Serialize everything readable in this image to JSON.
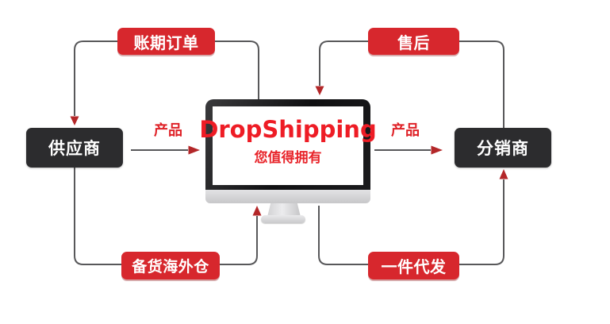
{
  "diagram": {
    "nodes": {
      "supplier": "供应商",
      "distributor": "分销商"
    },
    "pills": {
      "top_left": "账期订单",
      "top_right": "售后",
      "bottom_left": "备货海外仓",
      "bottom_right": "一件代发"
    },
    "monitor": {
      "title": "DropShipping",
      "subtitle": "您值得拥有"
    },
    "flow_labels": {
      "product_left": "产品",
      "product_right": "产品"
    },
    "colors": {
      "background": "#ffffff",
      "pill_red": "#d7272d",
      "node_black": "#2c2c2e",
      "connector_gray": "#58585a",
      "arrowhead_red": "#b32729",
      "screen_text_red": "#ee1c25"
    }
  }
}
